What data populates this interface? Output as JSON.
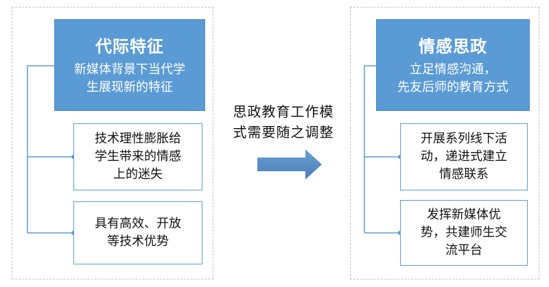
{
  "left": {
    "title": "代际特征",
    "subtitle_line1": "新媒体背景下当代学",
    "subtitle_line2": "生展现新的特征",
    "items": [
      {
        "line1": "技术理性膨胀给",
        "line2": "学生带来的情感",
        "line3": "上的迷失"
      },
      {
        "line1": "具有高效、开放",
        "line2": "等技术优势",
        "line3": ""
      }
    ]
  },
  "middle": {
    "line1": "思政教育工作模",
    "line2": "式需要随之调整"
  },
  "right": {
    "title": "情感思政",
    "subtitle_line1": "立足情感沟通，",
    "subtitle_line2": "先友后师的教育方式",
    "items": [
      {
        "line1": "开展系列线下活",
        "line2": "动，递进式建立",
        "line3": "情感联系"
      },
      {
        "line1": "发挥新媒体优",
        "line2": "势，共建师生交",
        "line3": "流平台"
      }
    ]
  },
  "colors": {
    "accent": "#5b9bd5",
    "panel_border": "#b9c3cc",
    "arrow": "#4f84bd"
  }
}
